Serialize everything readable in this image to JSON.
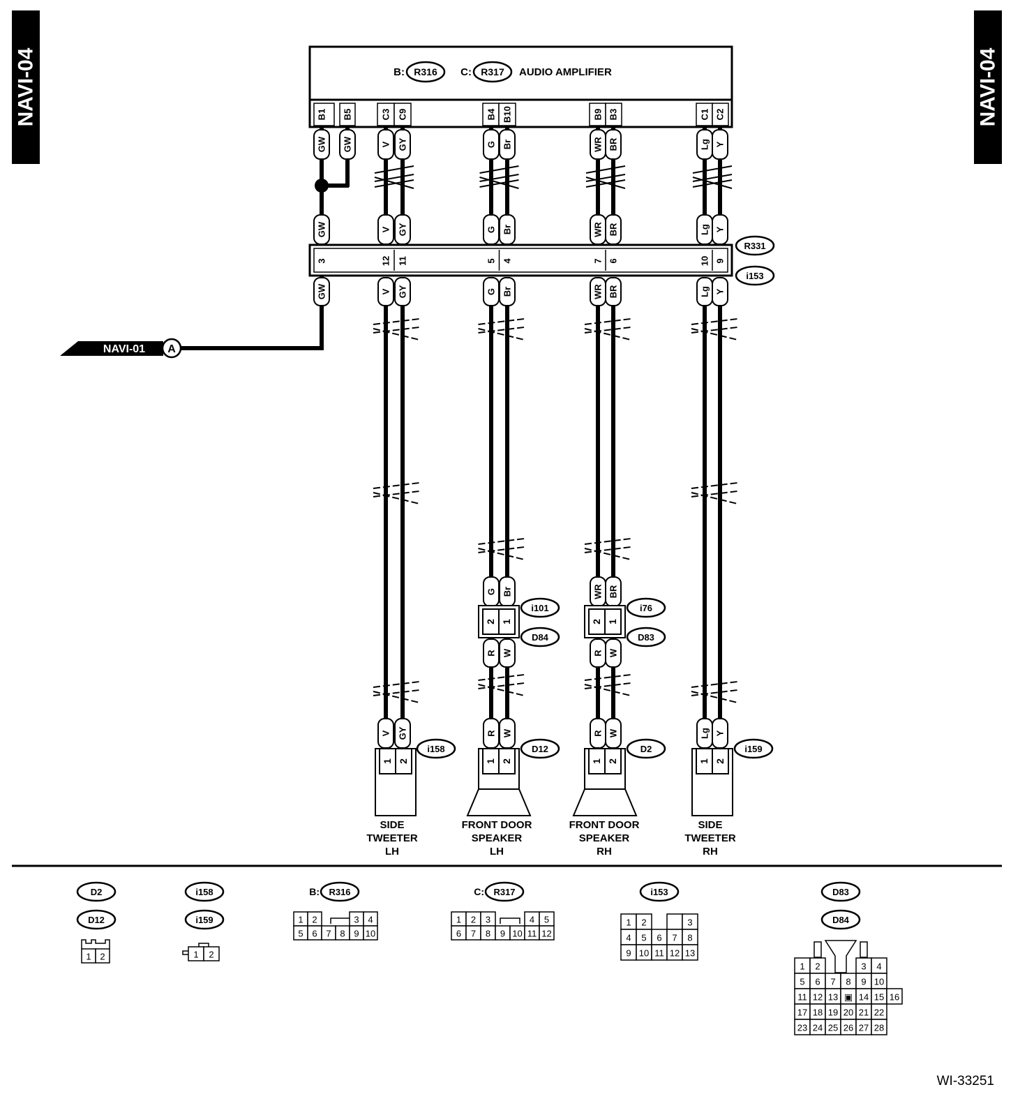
{
  "page_tag": "NAVI-04",
  "figure_id": "WI-33251",
  "amplifier": {
    "title": "AUDIO AMPLIFIER",
    "prefix_b": "B:",
    "conn_b": "R316",
    "prefix_c": "C:",
    "conn_c": "R317",
    "pins": [
      "B1",
      "B5",
      "C3",
      "C9",
      "B4",
      "B10",
      "B9",
      "B3",
      "C1",
      "C2"
    ]
  },
  "wire_colors": {
    "gw": "GW",
    "v": "V",
    "gy": "GY",
    "g": "G",
    "br_small": "Br",
    "wr": "WR",
    "br": "BR",
    "lg": "Lg",
    "y": "Y",
    "r": "R",
    "w": "W"
  },
  "joint": {
    "conn_top": "R331",
    "conn_bottom": "i153",
    "pins": [
      "3",
      "12",
      "11",
      "5",
      "4",
      "7",
      "6",
      "10",
      "9"
    ]
  },
  "offpage": {
    "label": "NAVI-01",
    "marker": "A"
  },
  "inline": {
    "lh_top": "i101",
    "lh_bottom": "D84",
    "rh_top": "i76",
    "rh_bottom": "D83",
    "pins": [
      "2",
      "1"
    ]
  },
  "devices": [
    {
      "conn": "i158",
      "line1": "SIDE",
      "line2": "TWEETER",
      "line3": "LH"
    },
    {
      "conn": "D12",
      "line1": "FRONT DOOR",
      "line2": "SPEAKER",
      "line3": "LH"
    },
    {
      "conn": "D2",
      "line1": "FRONT DOOR",
      "line2": "SPEAKER",
      "line3": "RH"
    },
    {
      "conn": "i159",
      "line1": "SIDE",
      "line2": "TWEETER",
      "line3": "RH"
    }
  ],
  "device_pins": [
    "1",
    "2"
  ],
  "legend": {
    "g1": {
      "a": "D2",
      "b": "D12"
    },
    "g2": {
      "a": "i158",
      "b": "i159"
    },
    "g3": {
      "prefix": "B:",
      "conn": "R316"
    },
    "g4": {
      "prefix": "C:",
      "conn": "R317"
    },
    "g5": {
      "conn": "i153"
    },
    "g6": {
      "a": "D83",
      "b": "D84"
    }
  }
}
